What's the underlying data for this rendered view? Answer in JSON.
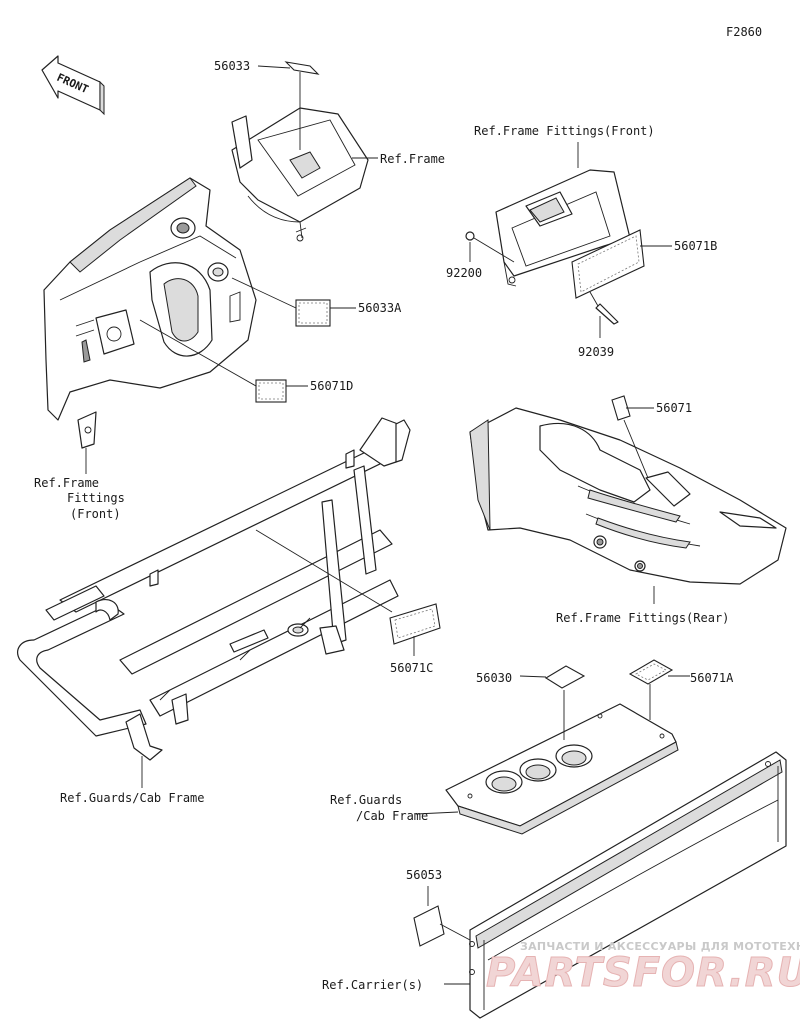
{
  "diagram": {
    "figure_code": "F2860",
    "front_badge": "FRONT",
    "labels": {
      "p56033": "56033",
      "ref_frame": "Ref.Frame",
      "ref_frame_fittings_front_top": "Ref.Frame Fittings(Front)",
      "p56071B": "56071B",
      "p92200": "92200",
      "p92039": "92039",
      "p56033A": "56033A",
      "p56071D": "56071D",
      "p56071": "56071",
      "ref_frame_fittings_front_left_1": "Ref.Frame",
      "ref_frame_fittings_front_left_2": "Fittings",
      "ref_frame_fittings_front_left_3": "(Front)",
      "ref_frame_fittings_rear": "Ref.Frame Fittings(Rear)",
      "p56071C": "56071C",
      "p56030": "56030",
      "p56071A": "56071A",
      "ref_guards_cab_frame": "Ref.Guards/Cab Frame",
      "ref_guards_cab_frame_2_line1": "Ref.Guards",
      "ref_guards_cab_frame_2_line2": "/Cab Frame",
      "p56053": "56053",
      "ref_carriers": "Ref.Carrier(s)"
    },
    "watermark": {
      "tagline": "ЗАПЧАСТИ И АКСЕССУАРЫ ДЛЯ МОТОТЕХНИКИ",
      "brand": "PARTSFOR.RU"
    }
  }
}
